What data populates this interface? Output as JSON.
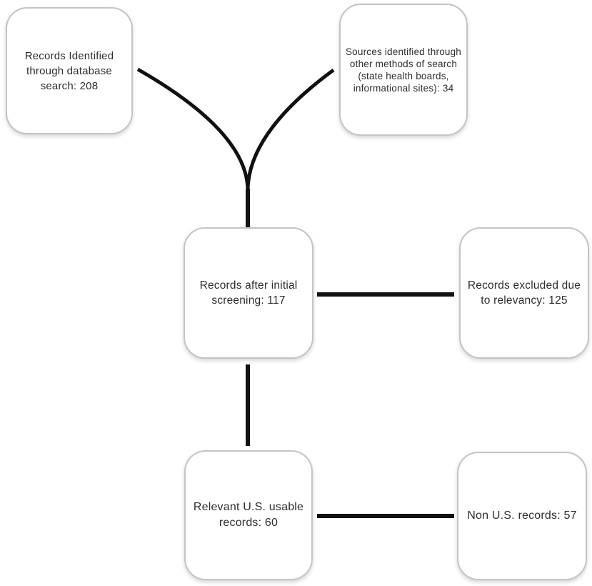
{
  "diagram": {
    "type": "flowchart",
    "colors": {
      "background": "#ffffff",
      "box_fill": "#ffffff",
      "box_border": "#c4c4c4",
      "line": "#111111",
      "text": "#2d2d2d"
    },
    "nodes": [
      {
        "id": "db-search",
        "label": "Records Identified\nthrough database\nsearch: 208",
        "count": 208
      },
      {
        "id": "other-sources",
        "label": "Sources identified through\nother methods of search\n(state health boards,\ninformational sites): 34",
        "count": 34
      },
      {
        "id": "after-screening",
        "label": "Records after initial\nscreening: 117",
        "count": 117
      },
      {
        "id": "excluded-relevancy",
        "label": "Records excluded due\nto relevancy: 125",
        "count": 125
      },
      {
        "id": "us-usable",
        "label": "Relevant U.S. usable\nrecords: 60",
        "count": 60
      },
      {
        "id": "non-us",
        "label": "Non U.S. records: 57",
        "count": 57
      }
    ],
    "edges": [
      {
        "from": "db-search",
        "to": "after-screening"
      },
      {
        "from": "other-sources",
        "to": "after-screening"
      },
      {
        "from": "after-screening",
        "to": "excluded-relevancy"
      },
      {
        "from": "after-screening",
        "to": "us-usable"
      },
      {
        "from": "us-usable",
        "to": "non-us"
      }
    ]
  }
}
